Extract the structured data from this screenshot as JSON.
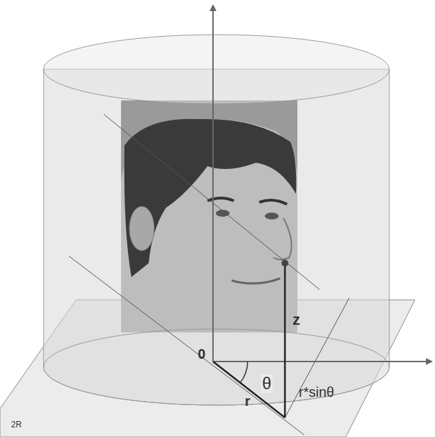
{
  "diagram": {
    "labels": [
      "0",
      "z",
      "θ",
      "r",
      "r*sinθ",
      "2R"
    ]
  }
}
